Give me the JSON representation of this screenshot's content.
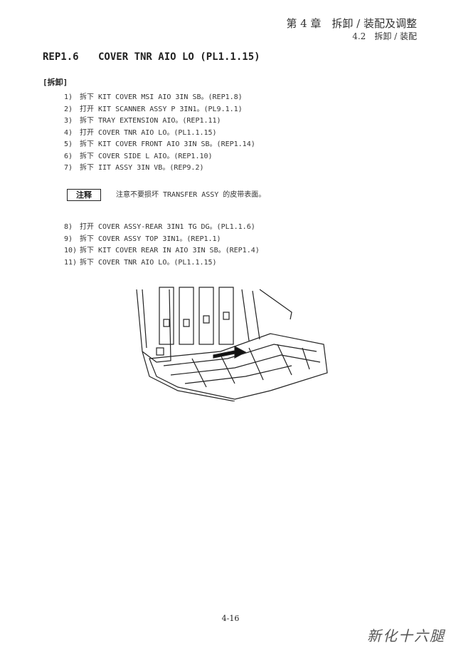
{
  "header": {
    "chapter": "第 4 章　拆卸 / 装配及调整",
    "section": "4.2　拆卸 / 装配"
  },
  "title": {
    "code": "REP1.6",
    "text": "COVER TNR AIO LO (PL1.1.15)"
  },
  "subsection": "[拆卸]",
  "steps_a": [
    {
      "n": "1)",
      "text": "拆下 KIT COVER MSI AIO 3IN SB。(REP1.8)"
    },
    {
      "n": "2)",
      "text": "打开 KIT SCANNER ASSY P 3IN1。(PL9.1.1)"
    },
    {
      "n": "3)",
      "text": "拆下 TRAY EXTENSION AIO。(REP1.11)"
    },
    {
      "n": "4)",
      "text": "打开 COVER TNR AIO LO。(PL1.1.15)"
    },
    {
      "n": "5)",
      "text": "拆下 KIT COVER FRONT AIO 3IN SB。(REP1.14)"
    },
    {
      "n": "6)",
      "text": "拆下 COVER SIDE L AIO。(REP1.10)"
    },
    {
      "n": "7)",
      "text": "拆下 IIT ASSY 3IN VB。(REP9.2)"
    }
  ],
  "note": {
    "label": "注释",
    "text": "注意不要损坏 TRANSFER ASSY 的皮带表面。"
  },
  "steps_b": [
    {
      "n": "8)",
      "text": "打开 COVER ASSY-REAR 3IN1 TG DG。(PL1.1.6)"
    },
    {
      "n": "9)",
      "text": "拆下 COVER ASSY TOP 3IN1。(REP1.1)"
    },
    {
      "n": "10)",
      "text": "拆下 KIT COVER REAR IN AIO 3IN SB。(REP1.4)"
    },
    {
      "n": "11)",
      "text": "拆下 COVER TNR AIO LO。(PL1.1.15)"
    }
  ],
  "page_number": "4-16",
  "watermark": "新化十六腿"
}
